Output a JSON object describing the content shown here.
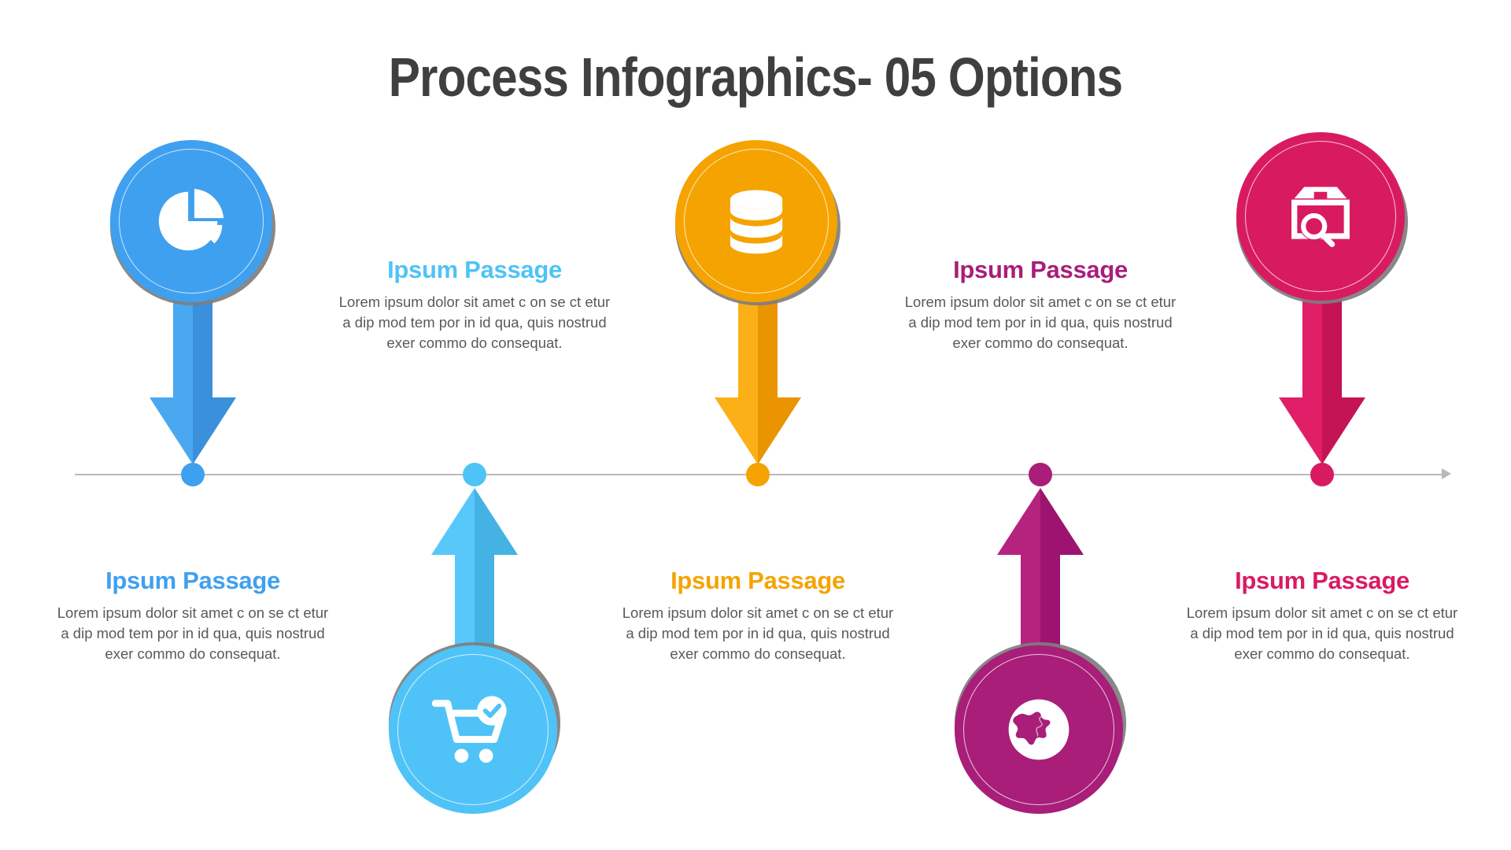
{
  "title": "Process Infographics- 05 Options",
  "title_color": "#3f3f40",
  "timeline": {
    "line_color": "#b9b9b9",
    "dots": [
      "#3fa0ef",
      "#4fc3f7",
      "#f5a300",
      "#a81e79",
      "#d81b60"
    ]
  },
  "steps": [
    {
      "heading": "Ipsum Passage",
      "body": "Lorem ipsum dolor sit  amet c on se ct etur  a dip mod tem por in id qua, quis nostrud exer commo do consequat.",
      "color": "#3fa0ef",
      "color_dark": "#3a90da",
      "icon": "pie-chart-icon",
      "position": "badge-above-text-below"
    },
    {
      "heading": "Ipsum Passage",
      "body": "Lorem ipsum dolor sit  amet c on se ct etur  a dip mod tem por in id qua, quis nostrud exer commo do consequat.",
      "color": "#4fc3f7",
      "color_dark": "#45b2e4",
      "icon": "shopping-cart-check-icon",
      "position": "badge-below-text-above"
    },
    {
      "heading": "Ipsum Passage",
      "body": "Lorem ipsum dolor sit  amet c on se ct etur  a dip mod tem por in id qua, quis nostrud exer commo do consequat.",
      "color": "#f5a300",
      "color_dark": "#e09400",
      "icon": "database-icon",
      "position": "badge-above-text-below"
    },
    {
      "heading": "Ipsum Passage",
      "body": "Lorem ipsum dolor sit  amet c on se ct etur  a dip mod tem por in id qua, quis nostrud exer commo do consequat.",
      "color": "#a81e79",
      "color_dark": "#97156b",
      "icon": "globe-icon",
      "position": "badge-below-text-above"
    },
    {
      "heading": "Ipsum Passage",
      "body": "Lorem ipsum dolor sit  amet c on se ct etur  a dip mod tem por in id qua, quis nostrud exer commo do consequat.",
      "color": "#d81b60",
      "color_dark": "#c41455",
      "icon": "box-search-icon",
      "position": "badge-above-text-below"
    }
  ]
}
